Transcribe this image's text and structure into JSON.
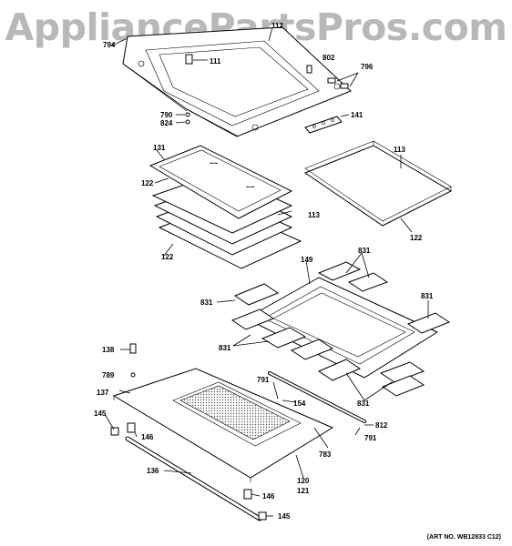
{
  "watermark": "AppliancePartsPros.com",
  "art_number": "(ART NO. WB12833 C12)",
  "callouts": {
    "c794": "794",
    "c112": "112",
    "c111": "111",
    "c802": "802",
    "c796": "796",
    "c790": "790",
    "c824": "824",
    "c141": "141",
    "c131": "131",
    "c122a": "122",
    "c113a": "113",
    "c122b": "122",
    "c113b": "113",
    "c122c": "122",
    "c149": "149",
    "c831a": "831",
    "c831b": "831",
    "c831c": "831",
    "c831d": "831",
    "c831e": "831",
    "c138": "138",
    "c789": "789",
    "c137": "137",
    "c791a": "791",
    "c154": "154",
    "c812": "812",
    "c791b": "791",
    "c783": "783",
    "c145a": "145",
    "c146a": "146",
    "c136": "136",
    "c120": "120",
    "c121": "121",
    "c146b": "146",
    "c145b": "145"
  }
}
